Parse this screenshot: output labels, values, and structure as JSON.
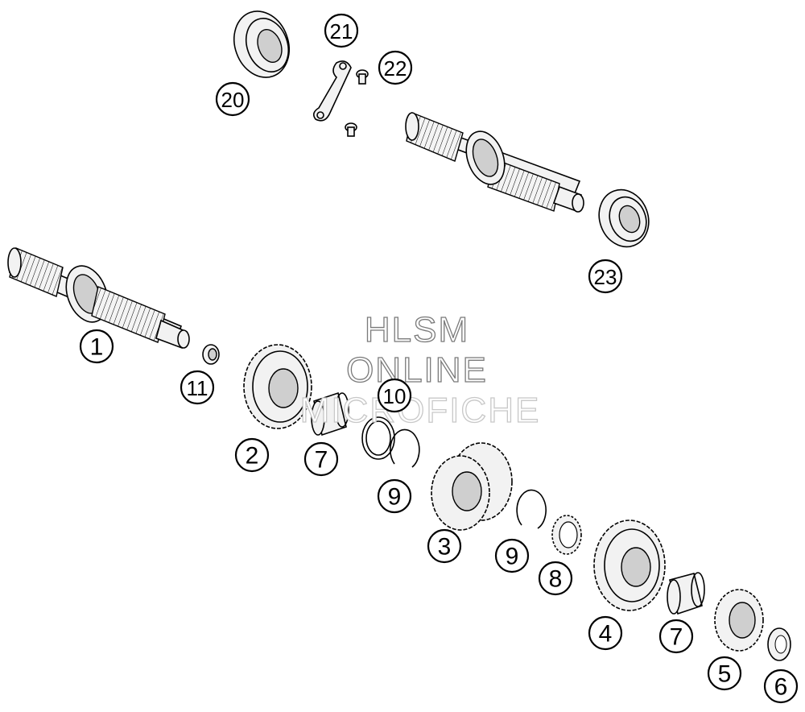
{
  "diagram": {
    "callouts": [
      {
        "label": "1"
      },
      {
        "label": "2"
      },
      {
        "label": "3"
      },
      {
        "label": "4"
      },
      {
        "label": "5"
      },
      {
        "label": "6"
      },
      {
        "label": "7"
      },
      {
        "label": "7"
      },
      {
        "label": "8"
      },
      {
        "label": "9"
      },
      {
        "label": "9"
      },
      {
        "label": "10"
      },
      {
        "label": "11"
      },
      {
        "label": "20"
      },
      {
        "label": "21"
      },
      {
        "label": "22"
      },
      {
        "label": "23"
      }
    ],
    "watermark": {
      "line1": "HLSM",
      "line2": "ONLINE",
      "line3": "MICROFICHE"
    },
    "colors": {
      "ink": "#000000",
      "part_fill": "#f2f2f2",
      "watermark_stroke": "#7a7a7a"
    }
  }
}
